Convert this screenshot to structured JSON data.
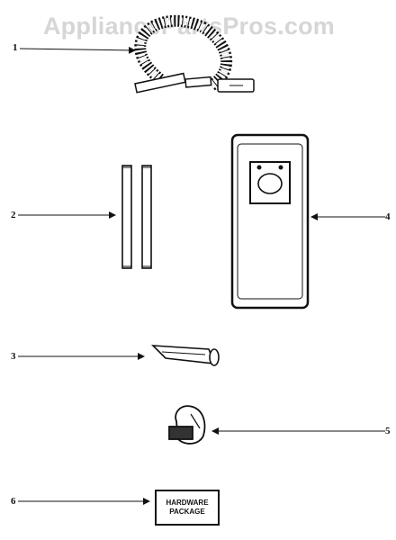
{
  "watermark": "AppliancePartsPros.com",
  "callouts": [
    "1",
    "2",
    "3",
    "4",
    "5",
    "6"
  ],
  "hardware_box": {
    "line1": "HARDWARE",
    "line2": "PACKAGE"
  }
}
